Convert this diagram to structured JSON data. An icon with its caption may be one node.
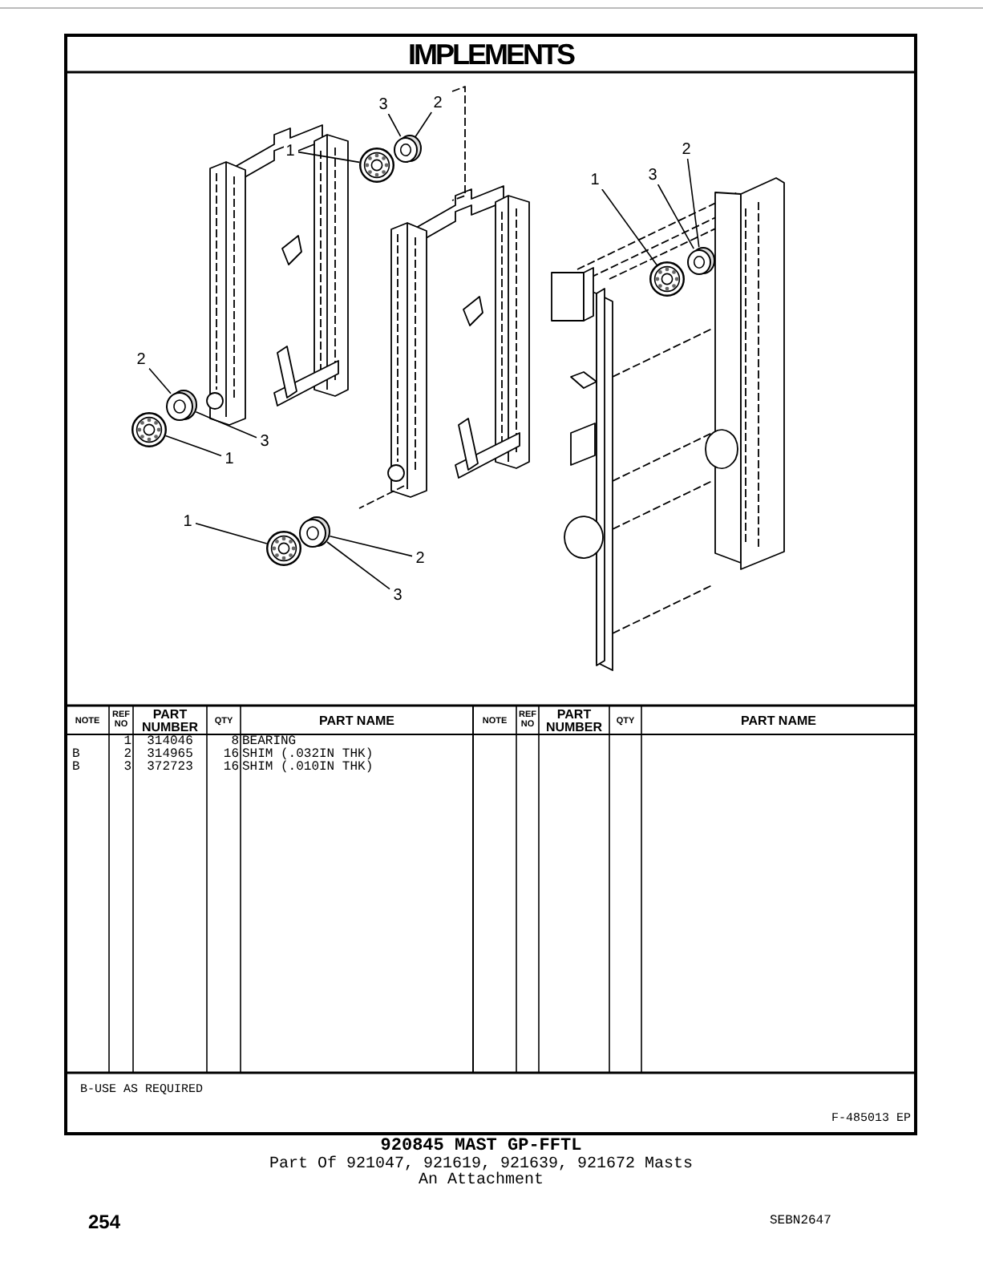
{
  "diagram": {
    "title": "IMPLEMENTS",
    "nodes": [
      {
        "text": [
          "3"
        ]
      },
      {
        "text": [
          "2"
        ]
      },
      {
        "text": [
          "1"
        ]
      },
      {
        "text": [],
        "shape": "picture"
      },
      {
        "text": [],
        "shape": "picture"
      },
      {
        "text": [
          "2"
        ]
      },
      {
        "text": [
          "1"
        ]
      },
      {
        "text": [
          "3"
        ]
      },
      {
        "text": [],
        "shape": "picture"
      },
      {
        "text": [],
        "shape": "picture"
      },
      {
        "text": [
          "2"
        ]
      },
      {
        "text": [
          "3"
        ]
      },
      {
        "text": [
          "1"
        ]
      },
      {
        "text": [],
        "shape": "picture"
      },
      {
        "text": [],
        "shape": "picture"
      },
      {
        "text": [
          "1"
        ]
      },
      {
        "text": [
          "2"
        ]
      },
      {
        "text": [
          "3"
        ]
      },
      {
        "text": [],
        "shape": "picture"
      },
      {
        "text": [],
        "shape": "picture"
      }
    ],
    "edges": [
      {
        "from": 0,
        "to": 4,
        "arrow": "none"
      },
      {
        "from": 1,
        "to": 4,
        "arrow": "none"
      },
      {
        "from": 2,
        "to": 3,
        "arrow": "none"
      },
      {
        "from": 5,
        "to": 9,
        "arrow": "none"
      },
      {
        "from": 6,
        "to": 8,
        "arrow": "none"
      },
      {
        "from": 7,
        "to": 9,
        "arrow": "none"
      },
      {
        "from": 10,
        "to": 13,
        "arrow": "none"
      },
      {
        "from": 11,
        "to": 13,
        "arrow": "none"
      },
      {
        "from": 12,
        "to": 14,
        "arrow": "none"
      },
      {
        "from": 15,
        "to": 18,
        "arrow": "none"
      },
      {
        "from": 16,
        "to": 19,
        "arrow": "none"
      },
      {
        "from": 17,
        "to": 19,
        "arrow": "none"
      }
    ],
    "labels": [
      "NOTE",
      "REF NO",
      "PART NUMBER",
      "QTY",
      "PART NAME",
      "NOTE",
      "REF NO",
      "PART NUMBER",
      "QTY",
      "PART NAME",
      "1",
      "314046",
      "8",
      "BEARING",
      "B",
      "2",
      "314965",
      "16",
      "SHIM (.032IN THK)",
      "B",
      "3",
      "372723",
      "16",
      "SHIM (.010IN THK)",
      "B-USE AS REQUIRED",
      "F-485013 EP",
      "920845 MAST GP-FFTL",
      "Part Of 921047, 921619, 921639, 921672 Masts",
      "An Attachment",
      "254",
      "SEBN2647"
    ]
  }
}
